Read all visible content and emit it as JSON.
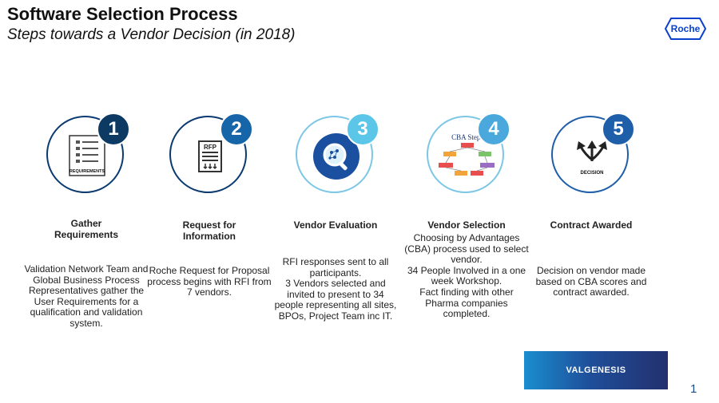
{
  "header": {
    "title": "Software Selection Process",
    "subtitle": "Steps towards a Vendor Decision (in 2018)"
  },
  "logo": {
    "text": "Roche",
    "color": "#0b41cd"
  },
  "steps": [
    {
      "number": "1",
      "badge_color": "#0d3a63",
      "icon": "requirements-document-icon",
      "icon_label": "REQUIREMENTS",
      "title": "Gather\nRequirements",
      "description": "Validation Network Team and Global Business Process Representatives gather the User Requirements for a qualification and validation system."
    },
    {
      "number": "2",
      "badge_color": "#1565a8",
      "icon": "rfp-document-icon",
      "icon_label": "RFP",
      "title": "Request for\nInformation",
      "description": "Roche Request for Proposal process begins with RFI from 7 vendors."
    },
    {
      "number": "3",
      "badge_color": "#5cc6e8",
      "icon": "magnifier-evaluation-icon",
      "title": "Vendor Evaluation",
      "description": "RFI responses sent to all participants.\n3 Vendors selected and invited to present to 34 people representing all sites, BPOs, Project Team inc IT."
    },
    {
      "number": "4",
      "badge_color": "#4aa8dc",
      "icon": "cba-steps-diagram-icon",
      "icon_label": "CBA Steps",
      "title": "Vendor Selection",
      "description": "Choosing by Advantages (CBA) process used to select vendor.\n34 People Involved in a one week Workshop.\nFact finding with other Pharma companies completed."
    },
    {
      "number": "5",
      "badge_color": "#1f5ea8",
      "icon": "decision-arrows-icon",
      "icon_label": "DECISION",
      "title": "Contract Awarded",
      "description": "Decision on vendor made based on CBA scores and contract awarded."
    }
  ],
  "footer": {
    "brand": "VALGENESIS",
    "page_number": "1"
  }
}
